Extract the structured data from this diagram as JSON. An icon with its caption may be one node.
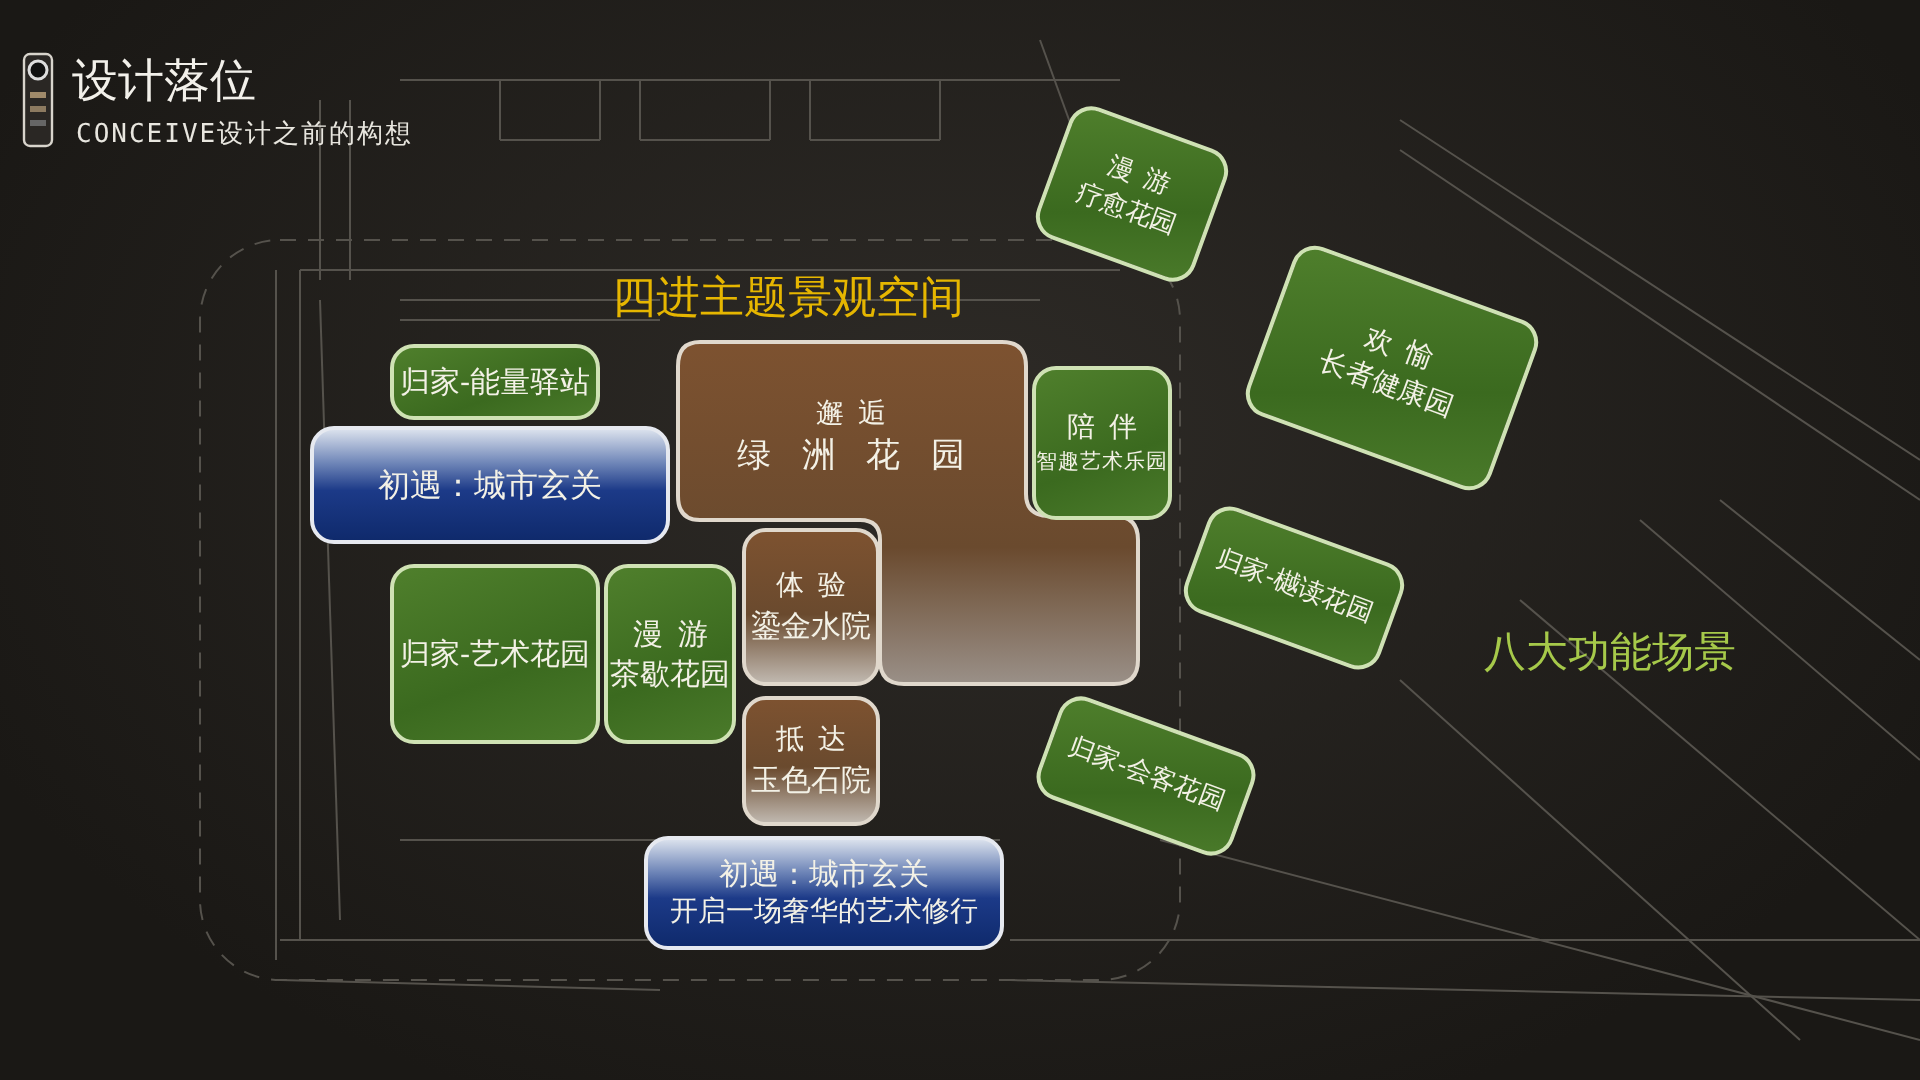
{
  "diagram": {
    "title": "设计落位",
    "nodes": [
      {
        "text": [
          "归家-能量驿站"
        ]
      },
      {
        "text": [
          "初遇：城市玄关"
        ]
      },
      {
        "text": [
          "邂逅",
          "绿洲花园"
        ]
      },
      {
        "text": [
          "陪伴",
          "智趣艺术乐园"
        ]
      },
      {
        "text": [
          "漫游",
          "疗愈花园"
        ]
      },
      {
        "text": [
          "欢愉",
          "长者健康园"
        ]
      },
      {
        "text": [
          "归家-樾读花园"
        ]
      },
      {
        "text": [
          "归家-会客花园"
        ]
      },
      {
        "text": [
          "归家-艺术花园"
        ]
      },
      {
        "text": [
          "漫游",
          "茶歇花园"
        ]
      },
      {
        "text": [
          "体验",
          "鎏金水院"
        ]
      },
      {
        "text": [
          "抵达",
          "玉色石院"
        ]
      },
      {
        "text": [
          "初遇：城市玄关",
          "开启一场奢华的艺术修行"
        ]
      }
    ],
    "labels": [
      "CONCEIVE设计之前的构想",
      "四进主题景观空间",
      "八大功能场景"
    ]
  }
}
